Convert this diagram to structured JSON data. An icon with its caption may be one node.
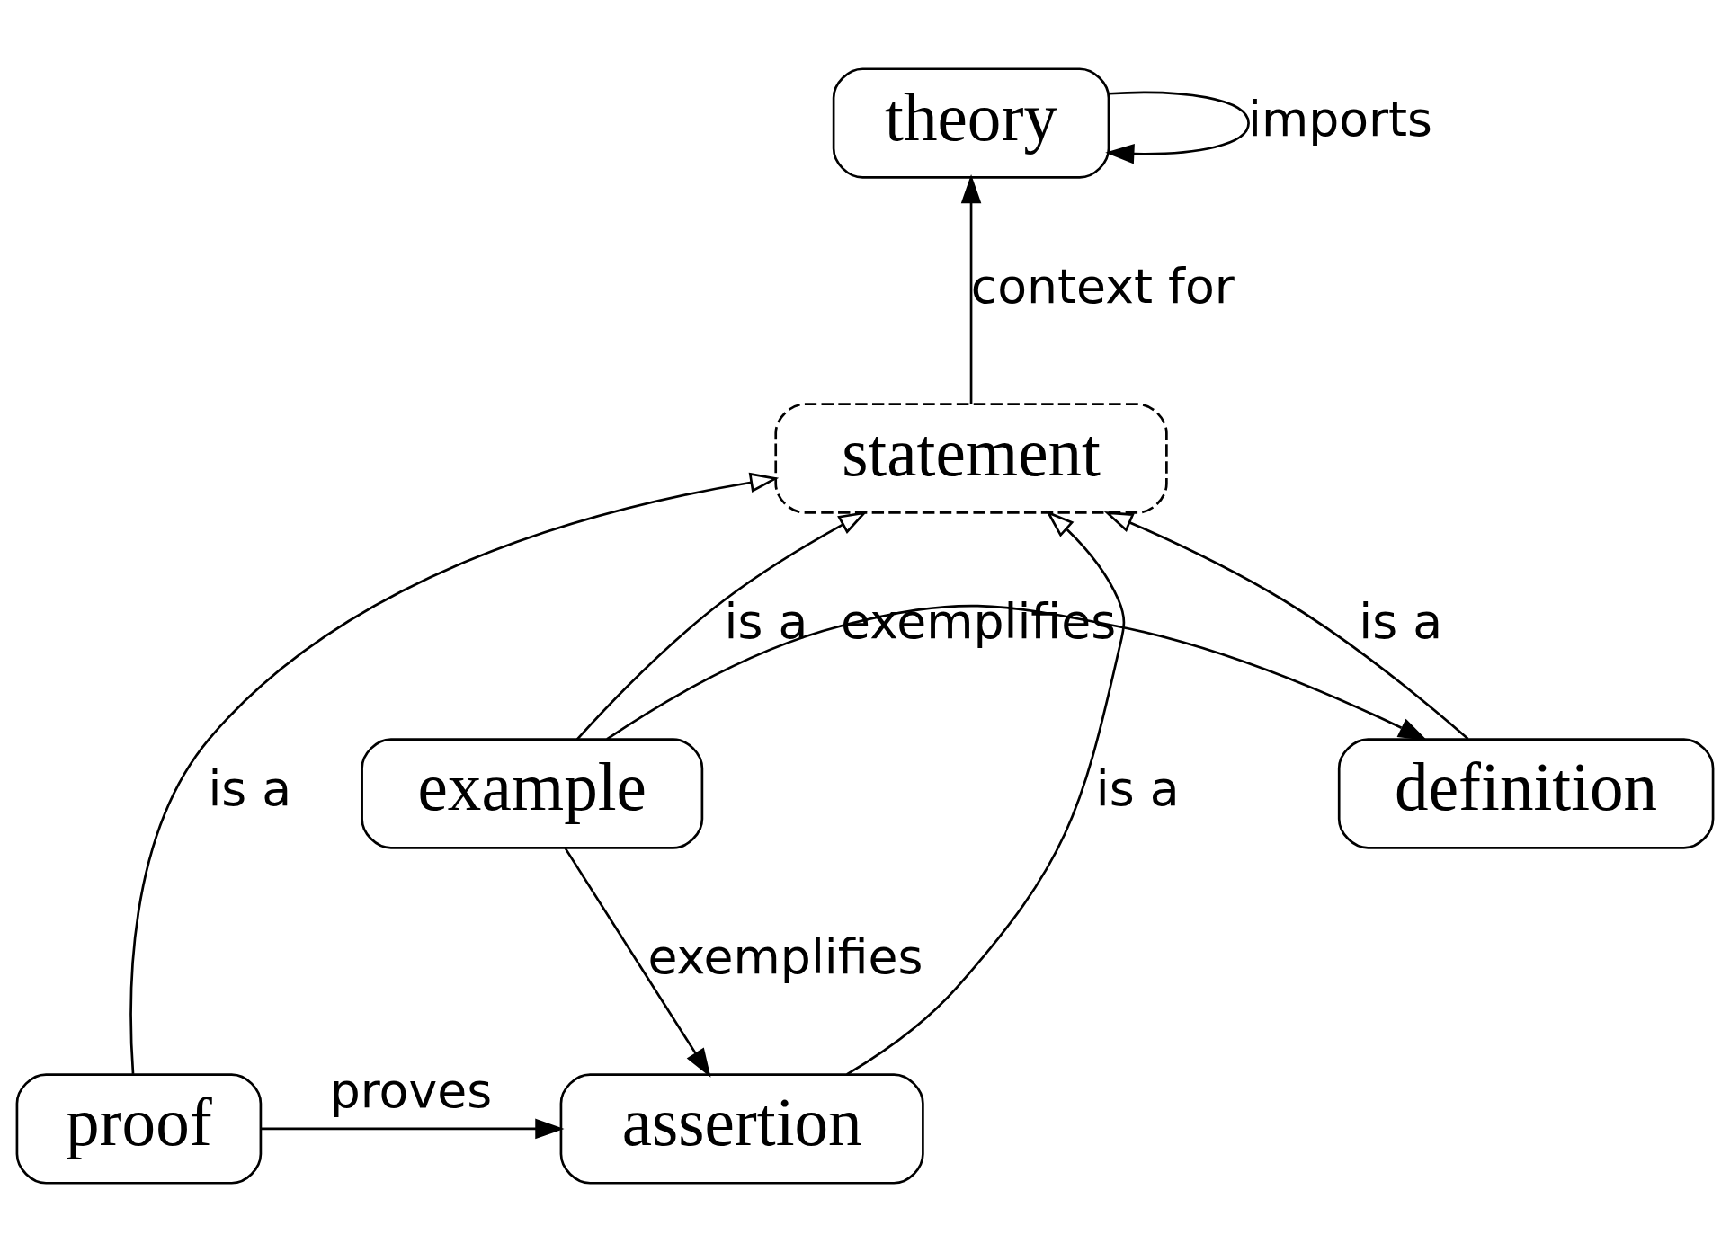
{
  "diagram": {
    "nodes": [
      {
        "text": [
          "theory"
        ]
      },
      {
        "text": [
          "statement"
        ]
      },
      {
        "text": [
          "definition"
        ]
      },
      {
        "text": [
          "assertion"
        ]
      },
      {
        "text": [
          "proof"
        ]
      },
      {
        "text": [
          "example"
        ]
      }
    ],
    "edges": [
      {
        "from": 0,
        "to": 0,
        "arrow": "to",
        "label": "imports"
      },
      {
        "from": 1,
        "to": 0,
        "arrow": "to",
        "label": "context for"
      },
      {
        "from": 2,
        "to": 1,
        "arrow": "to",
        "label": "is a"
      },
      {
        "from": 3,
        "to": 1,
        "arrow": "to",
        "label": "is a"
      },
      {
        "from": 4,
        "to": 1,
        "arrow": "to",
        "label": "is a"
      },
      {
        "from": 5,
        "to": 1,
        "arrow": "to",
        "label": "is a"
      },
      {
        "from": 4,
        "to": 3,
        "arrow": "to",
        "label": "proves"
      },
      {
        "from": 5,
        "to": 3,
        "arrow": "to",
        "label": "exemplifies"
      },
      {
        "from": 5,
        "to": 2,
        "arrow": "to",
        "label": "exemplifies"
      }
    ]
  }
}
